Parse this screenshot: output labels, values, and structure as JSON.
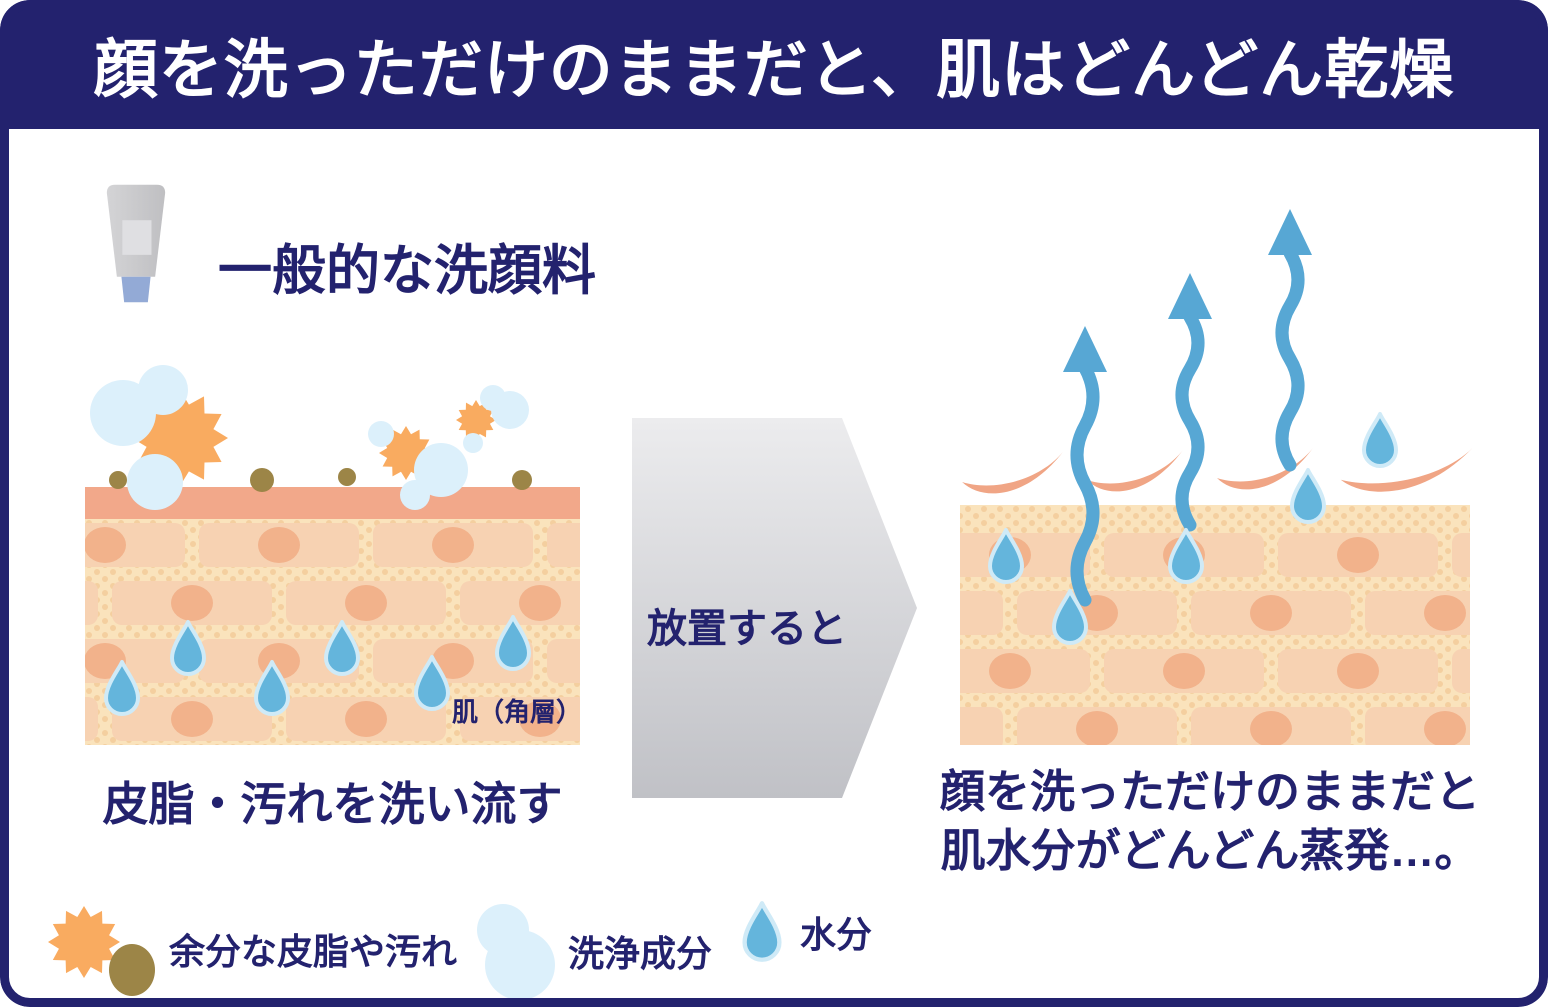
{
  "header": {
    "title": "顔を洗っただけのままだと、肌はどんどん乾燥"
  },
  "before": {
    "product_label": "一般的な洗顔料",
    "skin_layer_label": "肌（角層）",
    "caption": "皮脂・汚れを洗い流す"
  },
  "transition": {
    "label": "放置すると"
  },
  "after": {
    "caption_line1": "顔を洗っただけのままだと",
    "caption_line2": "肌水分がどんどん蒸発…。"
  },
  "legend": {
    "items": [
      {
        "icon": "sebum-dirt-icon",
        "label": "余分な皮脂や汚れ"
      },
      {
        "icon": "cleansing-bubbles-icon",
        "label": "洗浄成分"
      },
      {
        "icon": "water-drop-icon",
        "label": "水分"
      }
    ]
  },
  "colors": {
    "navy": "#23226E",
    "header_text": "#FFFFFF",
    "skin_surface": "#F2A88A",
    "brick": "#F7D2B2",
    "mortar": "#FAE3BC",
    "cell_nucleus": "#F2B28B",
    "bubble": "#DCF0FB",
    "sebum_orange": "#F9AB60",
    "dirt_brown": "#9C8547",
    "drop_fill": "#64B5DC",
    "drop_border": "#CFEAF7",
    "wave_blue": "#57A7D4",
    "flake": "#F0A585",
    "arrow_gray_light": "#ECECEE",
    "arrow_gray_dark": "#C0C1C6",
    "tube_body": "#C7C7C9",
    "tube_cap": "#93AAD6"
  }
}
